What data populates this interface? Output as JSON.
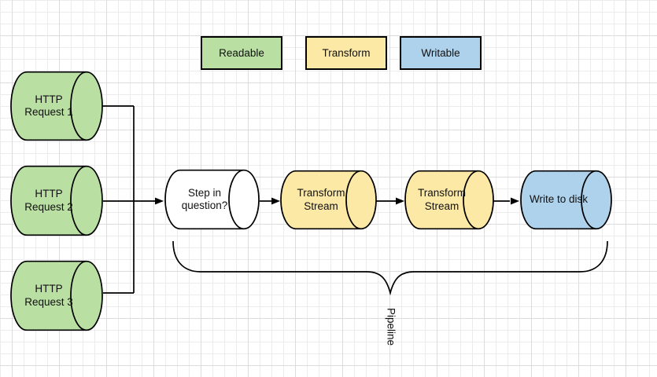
{
  "legend": {
    "items": [
      {
        "id": "readable",
        "label": "Readable",
        "color": "#b9dfa2"
      },
      {
        "id": "transform",
        "label": "Transform",
        "color": "#fce9a6"
      },
      {
        "id": "writable",
        "label": "Writable",
        "color": "#aed2ec"
      }
    ]
  },
  "nodes": {
    "http1": {
      "label": "HTTP\nRequest 1",
      "type": "readable",
      "color": "#b9dfa2"
    },
    "http2": {
      "label": "HTTP\nRequest 2",
      "type": "readable",
      "color": "#b9dfa2"
    },
    "http3": {
      "label": "HTTP\nRequest 3",
      "type": "readable",
      "color": "#b9dfa2"
    },
    "step": {
      "label": "Step in\nquestion?",
      "type": "unknown",
      "color": "#ffffff"
    },
    "transform1": {
      "label": "Transform\nStream",
      "type": "transform",
      "color": "#fce9a6"
    },
    "transform2": {
      "label": "Transform\nStream",
      "type": "transform",
      "color": "#fce9a6"
    },
    "write": {
      "label": "Write to disk",
      "type": "writable",
      "color": "#aed2ec"
    }
  },
  "annotations": {
    "pipeline_label": "Pipeline"
  },
  "colors": {
    "stroke": "#000000",
    "canvas_bg": "#ffffff",
    "grid_minor": "#ececec",
    "grid_major": "#dcdcdc"
  }
}
